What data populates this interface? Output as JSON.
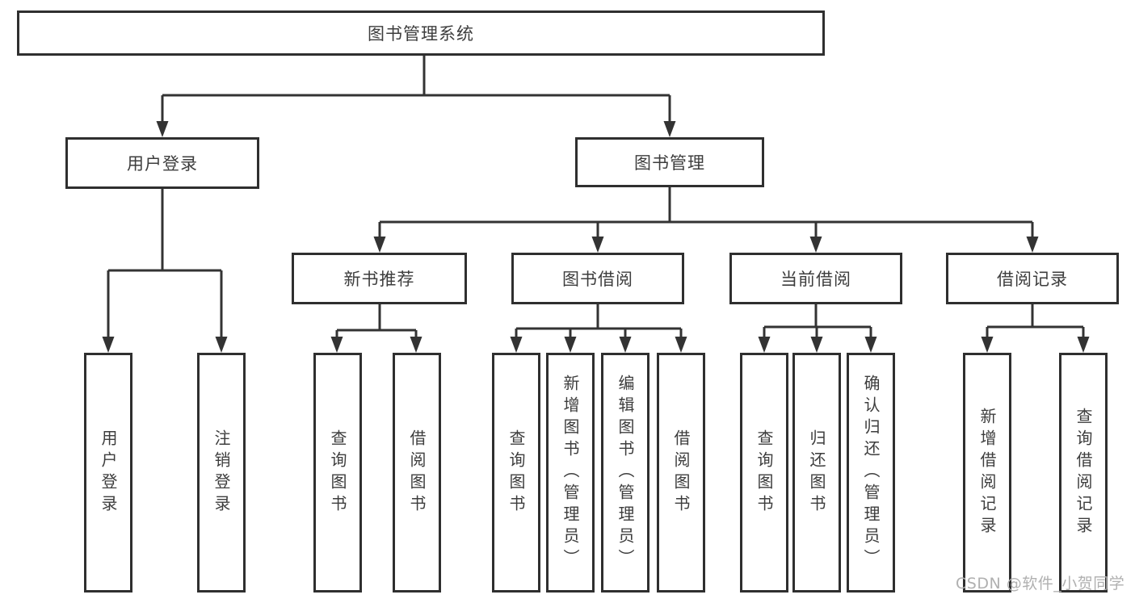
{
  "diagram": {
    "root": {
      "label": "图书管理系统"
    },
    "branches": [
      {
        "label": "用户登录",
        "children": [
          {
            "label": "用户登录"
          },
          {
            "label": "注销登录"
          }
        ]
      },
      {
        "label": "图书管理",
        "children": [
          {
            "label": "新书推荐",
            "children": [
              {
                "label": "查询图书"
              },
              {
                "label": "借阅图书"
              }
            ]
          },
          {
            "label": "图书借阅",
            "children": [
              {
                "label": "查询图书"
              },
              {
                "label": "新增图书（管理员）"
              },
              {
                "label": "编辑图书（管理员）"
              },
              {
                "label": "借阅图书"
              }
            ]
          },
          {
            "label": "当前借阅",
            "children": [
              {
                "label": "查询图书"
              },
              {
                "label": "归还图书"
              },
              {
                "label": "确认归还（管理员）"
              }
            ]
          },
          {
            "label": "借阅记录",
            "children": [
              {
                "label": "新增借阅记录"
              },
              {
                "label": "查询借阅记录"
              }
            ]
          }
        ]
      }
    ]
  },
  "watermark": {
    "text": "CSDN @软件_小贺同学"
  },
  "colors": {
    "line": "#333333",
    "box_border": "#2f2f2f",
    "text": "#3d3d3d",
    "background": "#ffffff",
    "watermark": "#b0b0b0"
  }
}
